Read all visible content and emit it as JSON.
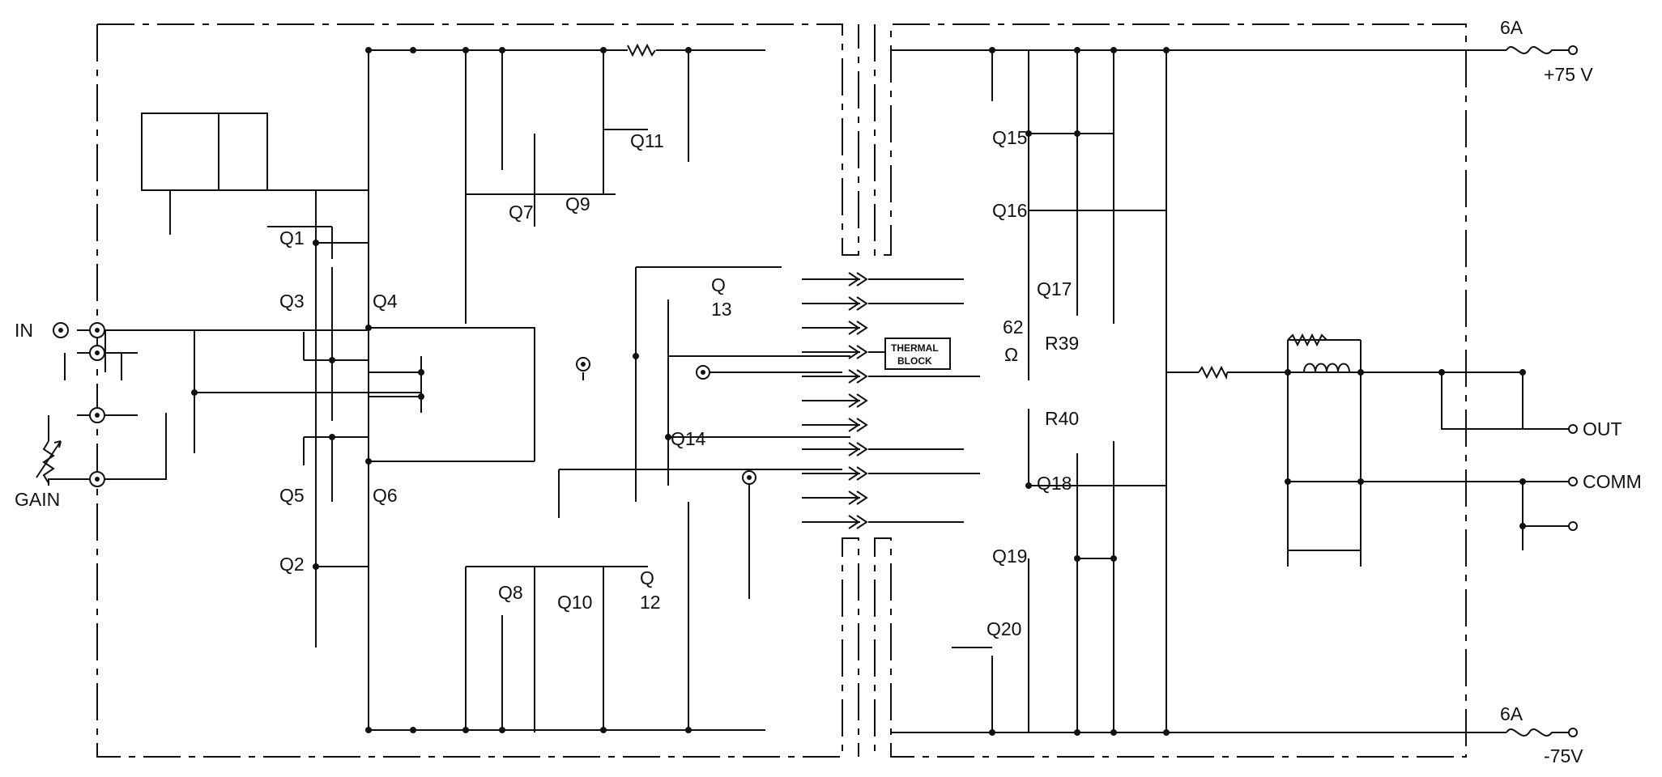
{
  "labels": {
    "in": "IN",
    "gain": "GAIN",
    "q1": "Q1",
    "q2": "Q2",
    "q3": "Q3",
    "q4": "Q4",
    "q5": "Q5",
    "q6": "Q6",
    "q7": "Q7",
    "q8": "Q8",
    "q9": "Q9",
    "q10": "Q10",
    "q11": "Q11",
    "q12a": "Q",
    "q12b": "12",
    "q13a": "Q",
    "q13b": "13",
    "q14": "Q14",
    "q15": "Q15",
    "q16": "Q16",
    "q17": "Q17",
    "q18": "Q18",
    "q19": "Q19",
    "q20": "Q20",
    "r39_value": "62",
    "r39_unit": "Ω",
    "r39": "R39",
    "r40": "R40",
    "thermal_1": "THERMAL",
    "thermal_2": "BLOCK",
    "fuse_top": "6A",
    "v_pos": "+75 V",
    "fuse_bot": "6A",
    "v_neg": "-75V",
    "out": "OUT",
    "comm": "COMM"
  },
  "colors": {
    "ink": "#111111",
    "paper": "#ffffff"
  }
}
